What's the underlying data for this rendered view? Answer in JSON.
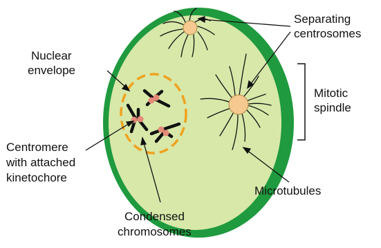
{
  "diagram": {
    "labels": {
      "separating_1": "Separating",
      "separating_2": "centrosomes",
      "nuclear_1": "Nuclear",
      "nuclear_2": "envelope",
      "mitotic_1": "Mitotic",
      "mitotic_2": "spindle",
      "centromere_1": "Centromere",
      "centromere_2": "with attached",
      "centromere_3": "kinetochore",
      "microtubules": "Microtubules",
      "condensed_1": "Condensed",
      "condensed_2": "chromosomes"
    },
    "colors": {
      "cell_wall": "#1f9a3e",
      "cytoplasm": "#d7e8a9",
      "centrosome": "#f5c98f",
      "nuclear_envelope": "#f0a21f",
      "kinetochore": "#e58a78",
      "chromosome": "#111111"
    }
  }
}
